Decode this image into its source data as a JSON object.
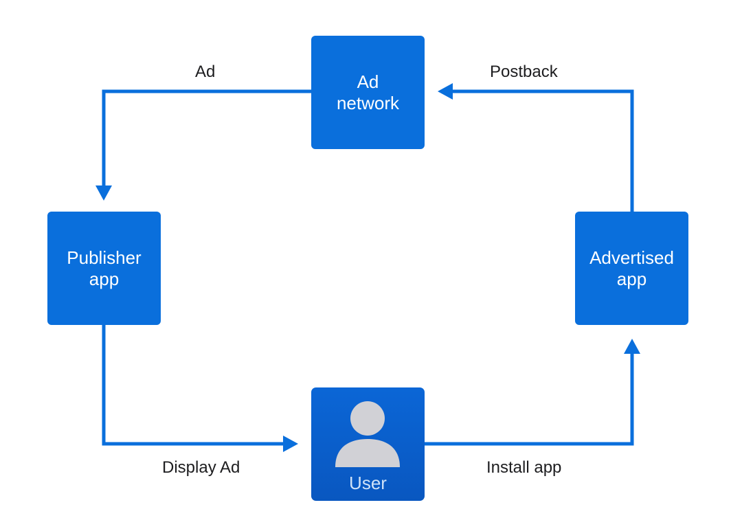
{
  "nodes": {
    "ad_network": "Ad\nnetwork",
    "publisher_app": "Publisher\napp",
    "advertised_app": "Advertised\napp",
    "user": "User"
  },
  "edges": {
    "ad": "Ad",
    "postback": "Postback",
    "display_ad": "Display Ad",
    "install_app": "Install app"
  },
  "colors": {
    "node_blue": "#0a6fdc",
    "arrow_blue": "#0a6fdc",
    "avatar_gray": "#d1d1d6",
    "text_dark": "#1d1d1f"
  },
  "icons": {
    "user": "person-silhouette-icon"
  }
}
